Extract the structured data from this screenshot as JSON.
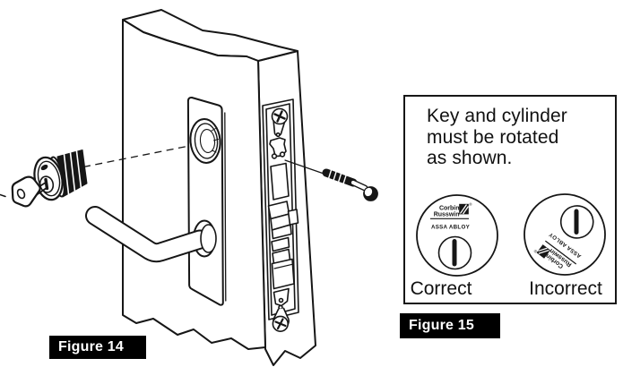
{
  "figure14": {
    "label": "Figure 14"
  },
  "figure15": {
    "label": "Figure 15",
    "note": "Key and cylinder\nmust be rotated\nas shown.",
    "correct_label": "Correct",
    "incorrect_label": "Incorrect",
    "brand": {
      "line1": "Corbin",
      "line2": "Russwin",
      "registered": "®",
      "sub": "ASSA ABLOY"
    }
  },
  "colors": {
    "ink": "#161616",
    "label_bg": "#000000",
    "label_fg": "#ffffff"
  }
}
